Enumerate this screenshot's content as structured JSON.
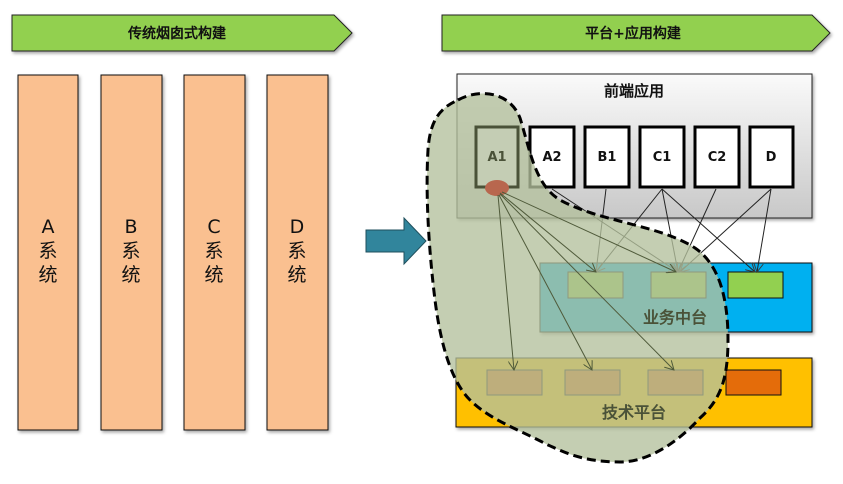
{
  "left_banner": {
    "title": "传统烟囱式构建"
  },
  "right_banner": {
    "title": "平台+应用构建"
  },
  "silo_systems": [
    {
      "letter": "A",
      "line1": "系",
      "line2": "统"
    },
    {
      "letter": "B",
      "line1": "系",
      "line2": "统"
    },
    {
      "letter": "C",
      "line1": "系",
      "line2": "统"
    },
    {
      "letter": "D",
      "line1": "系",
      "line2": "统"
    }
  ],
  "transition_arrow": {
    "icon": "right-arrow-icon"
  },
  "frontend": {
    "title": "前端应用",
    "apps": [
      {
        "id": "A1",
        "label": "A1",
        "highlighted": true
      },
      {
        "id": "A2",
        "label": "A2",
        "highlighted": false
      },
      {
        "id": "B1",
        "label": "B1",
        "highlighted": false
      },
      {
        "id": "C1",
        "label": "C1",
        "highlighted": false
      },
      {
        "id": "C2",
        "label": "C2",
        "highlighted": false
      },
      {
        "id": "D",
        "label": "D",
        "highlighted": false
      }
    ]
  },
  "business_platform": {
    "title": "业务中台",
    "modules": [
      "biz-1",
      "biz-2",
      "biz-3"
    ]
  },
  "tech_platform": {
    "title": "技术平台",
    "modules": [
      "tech-1",
      "tech-2",
      "tech-3",
      "tech-4"
    ]
  },
  "connections": [
    {
      "from": "A1",
      "to": "biz-1"
    },
    {
      "from": "A1",
      "to": "biz-2"
    },
    {
      "from": "A1",
      "to": "tech-1"
    },
    {
      "from": "A1",
      "to": "tech-2"
    },
    {
      "from": "A1",
      "to": "tech-3"
    },
    {
      "from": "A2",
      "to": "biz-2"
    },
    {
      "from": "B1",
      "to": "biz-1"
    },
    {
      "from": "C1",
      "to": "biz-1"
    },
    {
      "from": "C1",
      "to": "biz-2"
    },
    {
      "from": "C1",
      "to": "biz-3"
    },
    {
      "from": "C2",
      "to": "biz-2"
    },
    {
      "from": "D",
      "to": "biz-2"
    },
    {
      "from": "D",
      "to": "biz-3"
    }
  ],
  "colors": {
    "banner": "#92d050",
    "silo": "#fac090",
    "business": "#00b0f0",
    "tech": "#ffc000",
    "biz_module": "#92d050",
    "tech_module_accent": "#e46c0a",
    "tech_module": "#b8813a",
    "highlight_region": "#c4cdb4",
    "a1_dot": "#b8674e",
    "arrow": "#31859c"
  }
}
